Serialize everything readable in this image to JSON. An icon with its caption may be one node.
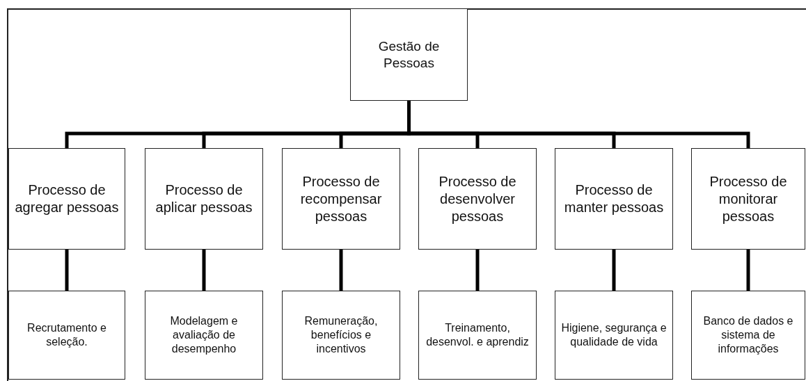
{
  "diagram": {
    "nodes": [
      {
        "text": [
          "Gestão de Pessoas"
        ]
      },
      {
        "text": [
          "Processo de agregar pessoas"
        ]
      },
      {
        "text": [
          "Processo de aplicar pessoas"
        ]
      },
      {
        "text": [
          "Processo de recompensar pessoas"
        ]
      },
      {
        "text": [
          "Processo de desenvolver pessoas"
        ]
      },
      {
        "text": [
          "Processo de manter pessoas"
        ]
      },
      {
        "text": [
          "Processo de monitorar pessoas"
        ]
      },
      {
        "text": [
          "Recrutamento e seleção."
        ]
      },
      {
        "text": [
          "Modelagem e avaliação de desempenho"
        ]
      },
      {
        "text": [
          "Remuneração, benefícios e incentivos"
        ]
      },
      {
        "text": [
          "Treinamento, desenvol. e aprendiz"
        ]
      },
      {
        "text": [
          "Higiene, segurança e qualidade de vida"
        ]
      },
      {
        "text": [
          "Banco de dados e sistema de informações"
        ]
      }
    ],
    "edges": [
      {
        "from": 0,
        "to": 1,
        "arrow": "none"
      },
      {
        "from": 0,
        "to": 2,
        "arrow": "none"
      },
      {
        "from": 0,
        "to": 3,
        "arrow": "none"
      },
      {
        "from": 0,
        "to": 4,
        "arrow": "none"
      },
      {
        "from": 0,
        "to": 5,
        "arrow": "none"
      },
      {
        "from": 0,
        "to": 6,
        "arrow": "none"
      },
      {
        "from": 1,
        "to": 7,
        "arrow": "none"
      },
      {
        "from": 2,
        "to": 8,
        "arrow": "none"
      },
      {
        "from": 3,
        "to": 9,
        "arrow": "none"
      },
      {
        "from": 4,
        "to": 10,
        "arrow": "none"
      },
      {
        "from": 5,
        "to": 11,
        "arrow": "none"
      },
      {
        "from": 6,
        "to": 12,
        "arrow": "none"
      }
    ]
  }
}
